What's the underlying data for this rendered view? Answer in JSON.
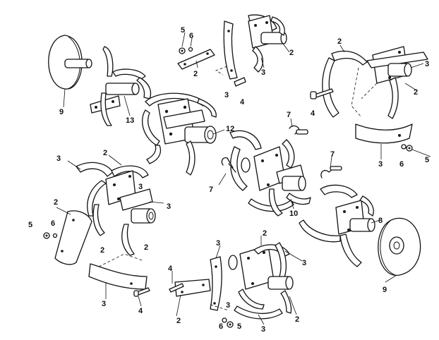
{
  "diagram": {
    "callouts": [
      {
        "id": "c1",
        "text": "5"
      },
      {
        "id": "c2",
        "text": "6"
      },
      {
        "id": "c3",
        "text": "2"
      },
      {
        "id": "c4",
        "text": "2"
      },
      {
        "id": "c5",
        "text": "3"
      },
      {
        "id": "c6",
        "text": "3"
      },
      {
        "id": "c7",
        "text": "4"
      },
      {
        "id": "c8",
        "text": "9"
      },
      {
        "id": "c9",
        "text": "13"
      },
      {
        "id": "c10",
        "text": "12"
      },
      {
        "id": "c11",
        "text": "2"
      },
      {
        "id": "c12",
        "text": "3"
      },
      {
        "id": "c13",
        "text": "2"
      },
      {
        "id": "c14",
        "text": "4"
      },
      {
        "id": "c15",
        "text": "7"
      },
      {
        "id": "c16",
        "text": "3"
      },
      {
        "id": "c17",
        "text": "6"
      },
      {
        "id": "c18",
        "text": "5"
      },
      {
        "id": "c19",
        "text": "7"
      },
      {
        "id": "c20",
        "text": "7"
      },
      {
        "id": "c21",
        "text": "10"
      },
      {
        "id": "c22",
        "text": "3"
      },
      {
        "id": "c23",
        "text": "2"
      },
      {
        "id": "c24",
        "text": "3"
      },
      {
        "id": "c25",
        "text": "3"
      },
      {
        "id": "c26",
        "text": "2"
      },
      {
        "id": "c27",
        "text": "5"
      },
      {
        "id": "c28",
        "text": "6"
      },
      {
        "id": "c29",
        "text": "2"
      },
      {
        "id": "c30",
        "text": "2"
      },
      {
        "id": "c31",
        "text": "3"
      },
      {
        "id": "c32",
        "text": "4"
      },
      {
        "id": "c33",
        "text": "8"
      },
      {
        "id": "c34",
        "text": "9"
      },
      {
        "id": "c35",
        "text": "3"
      },
      {
        "id": "c36",
        "text": "2"
      },
      {
        "id": "c37",
        "text": "3"
      },
      {
        "id": "c38",
        "text": "4"
      },
      {
        "id": "c39",
        "text": "2"
      },
      {
        "id": "c40",
        "text": "3"
      },
      {
        "id": "c41",
        "text": "6"
      },
      {
        "id": "c42",
        "text": "5"
      },
      {
        "id": "c43",
        "text": "3"
      },
      {
        "id": "c44",
        "text": "2"
      }
    ]
  }
}
